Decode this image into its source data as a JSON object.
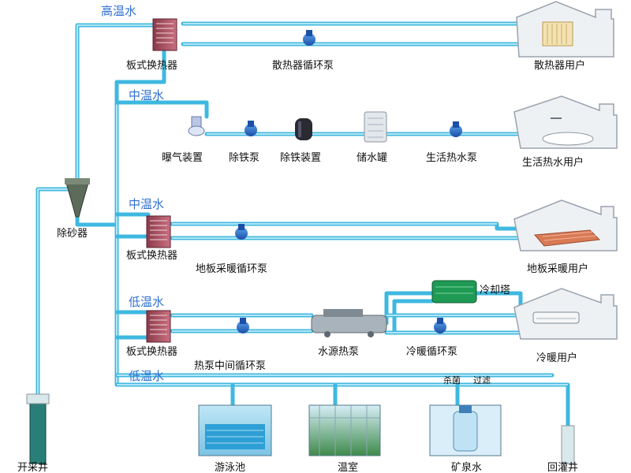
{
  "tiers": {
    "high": "高温水",
    "mid1": "中温水",
    "mid2": "中温水",
    "low1": "低温水",
    "low2": "低温水"
  },
  "equipment": {
    "hx1": "板式换热器",
    "hx2": "板式换热器",
    "hx3": "板式换热器",
    "radiator_pump": "散热器循环泵",
    "aerator": "曝气装置",
    "iron_pump": "除铁泵",
    "iron_device": "除铁装置",
    "tank": "储水罐",
    "hotwater_pump": "生活热水泵",
    "floor_pump": "地板采暖循环泵",
    "heatpump_pump": "热泵中间循环泵",
    "water_heatpump": "水源热泵",
    "cool_pump": "冷暖循环泵",
    "cooling_tower": "冷却塔",
    "desander": "除砂器",
    "sterilize": "杀菌",
    "filter": "过滤"
  },
  "users": {
    "radiator": "散热器用户",
    "hotwater": "生活热水用户",
    "floor": "地板采暖用户",
    "cooling": "冷暖用户"
  },
  "end_uses": {
    "pool": "游泳池",
    "greenhouse": "温室",
    "mineral": "矿泉水"
  },
  "wells": {
    "extract": "开采井",
    "recharge": "回灌井"
  }
}
